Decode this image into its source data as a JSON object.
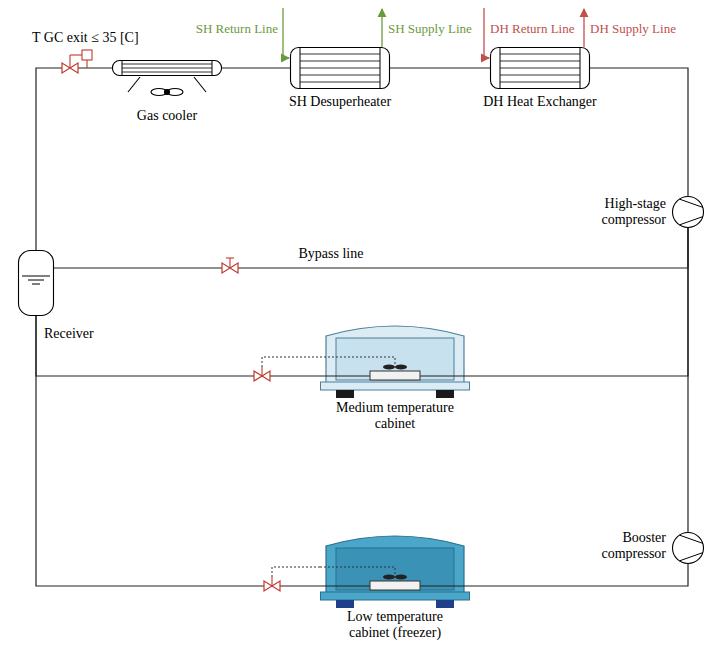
{
  "diagram": {
    "nodes": [
      {
        "text": [
          "Gas cooler"
        ]
      },
      {
        "text": [
          "SH Desuperheater"
        ]
      },
      {
        "text": [
          "DH Heat Exchanger"
        ]
      },
      {
        "text": [
          "High-stage compressor"
        ]
      },
      {
        "text": [
          "Receiver"
        ]
      },
      {
        "text": [
          "Medium temperature cabinet"
        ]
      },
      {
        "text": [
          "Booster compressor"
        ]
      },
      {
        "text": [
          "Low temperature cabinet (freezer)"
        ]
      }
    ],
    "edges": [
      {
        "from": 3,
        "to": 2,
        "arrow": "none"
      },
      {
        "from": 2,
        "to": 1,
        "arrow": "none"
      },
      {
        "from": 1,
        "to": 0,
        "arrow": "none"
      },
      {
        "from": 0,
        "to": 4,
        "arrow": "none"
      },
      {
        "from": 4,
        "to": 3,
        "label": "Bypass line",
        "arrow": "none"
      },
      {
        "from": 4,
        "to": 5,
        "arrow": "none"
      },
      {
        "from": 5,
        "to": 3,
        "arrow": "none"
      },
      {
        "from": 4,
        "to": 7,
        "arrow": "none"
      },
      {
        "from": 7,
        "to": 6,
        "arrow": "none"
      },
      {
        "from": 6,
        "to": 3,
        "arrow": "none"
      }
    ],
    "labels": [
      "T GC exit ≤ 35 [C]",
      "SH Return Line",
      "SH Supply Line",
      "DH Return Line",
      "DH Supply Line"
    ]
  }
}
